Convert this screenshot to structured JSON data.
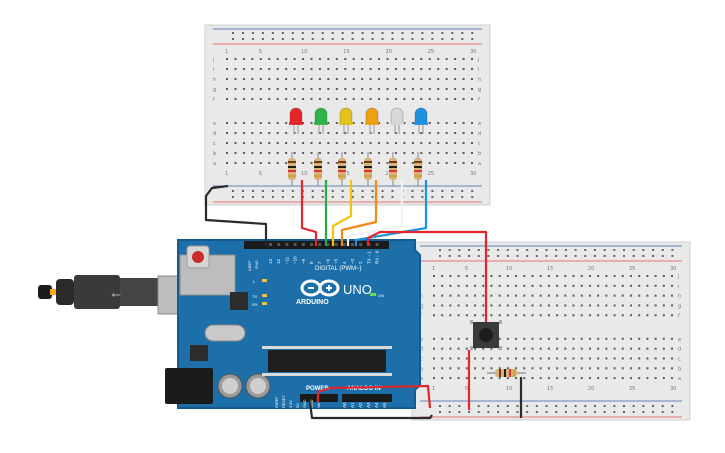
{
  "arduino": {
    "brand": "ARDUINO",
    "model": "UNO",
    "digital_label": "DIGITAL (PWM~)",
    "power_label": "POWER",
    "analog_label": "ANALOG IN",
    "on_label": "ON",
    "aref_label": "AREF",
    "gnd_label": "GND",
    "tx_label": "TX",
    "rx_label": "RX",
    "l_label": "L",
    "digital_pins": [
      "13",
      "12",
      "~11",
      "~10",
      "~9",
      "8",
      "7",
      "~6",
      "~5",
      "4",
      "~3",
      "2",
      "TX→1",
      "RX←0"
    ],
    "power_pins": [
      "IOREF",
      "RESET",
      "3.3V",
      "5V",
      "GND",
      "GND",
      "Vin"
    ],
    "analog_pins": [
      "A0",
      "A1",
      "A2",
      "A3",
      "A4",
      "A5"
    ]
  },
  "breadboard_top": {
    "rows_top": [
      "j",
      "i",
      "h",
      "g",
      "f"
    ],
    "rows_bottom": [
      "e",
      "d",
      "c",
      "b",
      "a"
    ],
    "columns": [
      "1",
      "5",
      "10",
      "15",
      "20",
      "25",
      "30"
    ]
  },
  "breadboard_right": {
    "rows_top": [
      "j",
      "i",
      "h",
      "g",
      "f"
    ],
    "rows_bottom": [
      "e",
      "d",
      "c",
      "b",
      "a"
    ],
    "columns": [
      "1",
      "5",
      "10",
      "15",
      "20",
      "25",
      "30"
    ]
  },
  "leds": [
    {
      "color": "#e5252a"
    },
    {
      "color": "#2fb34a"
    },
    {
      "color": "#e2c21c"
    },
    {
      "color": "#f0a010"
    },
    {
      "color": "#d8d8d8"
    },
    {
      "color": "#1e90e0"
    }
  ],
  "wire_colors": {
    "red": "#e3262c",
    "green": "#2aa946",
    "yellow": "#f2c40e",
    "orange": "#f08a12",
    "white": "#f2f2f2",
    "blue": "#1f95d9",
    "black": "#2b2b2b"
  },
  "colors": {
    "board": "#1d6faa",
    "board_dark": "#175b8e",
    "breadboard": "#e9e9e9",
    "rail_red": "#e34b4b",
    "rail_blue": "#3c5ea8"
  }
}
